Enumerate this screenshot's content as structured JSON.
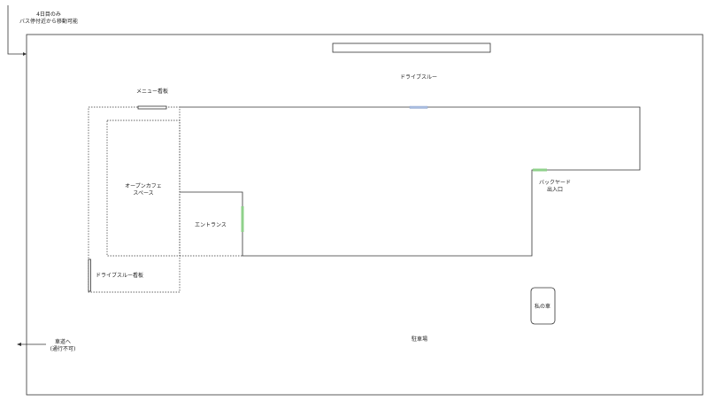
{
  "labels": {
    "top_note_line1": "4日目のみ",
    "top_note_line2": "バス停付近から移動可能",
    "drive_through": "ドライブスルー",
    "menu_board": "メニュー看板",
    "open_cafe_line1": "オープンカフェ",
    "open_cafe_line2": "スペース",
    "entrance": "エントランス",
    "backyard_line1": "バックヤード",
    "backyard_line2": "出入口",
    "drive_through_board": "ドライブスルー看板",
    "my_car": "私の車",
    "roadway_line1": "車道へ",
    "roadway_line2": "(通行不可)",
    "parking": "駐車場"
  },
  "colors": {
    "line": "#333333",
    "door_green": "#8fd18b",
    "door_blue": "#a9bde0"
  }
}
